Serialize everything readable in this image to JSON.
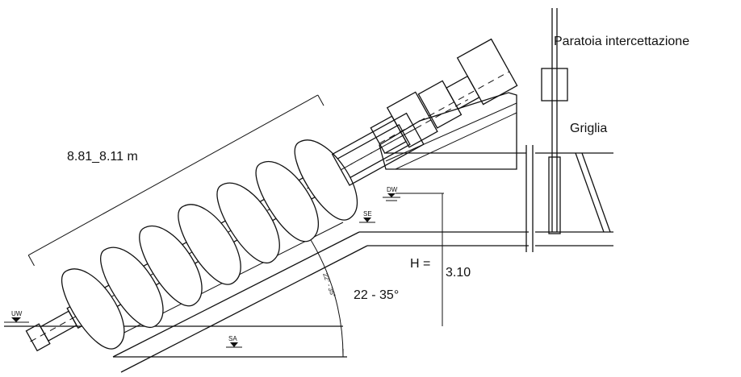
{
  "labels": {
    "gate": "Paratoia intercettazione",
    "screen": "Griglia",
    "length": "8.81_8.11 m",
    "head_prefix": "H =",
    "head_value": "3.10",
    "angle": "22 - 35°",
    "angle_arc": "22° - 35°",
    "upper_water": "DW",
    "upper_mark": "SE",
    "lower_water": "UW",
    "bottom_mark": "SA"
  },
  "colors": {
    "line": "#111111",
    "background": "#ffffff"
  }
}
